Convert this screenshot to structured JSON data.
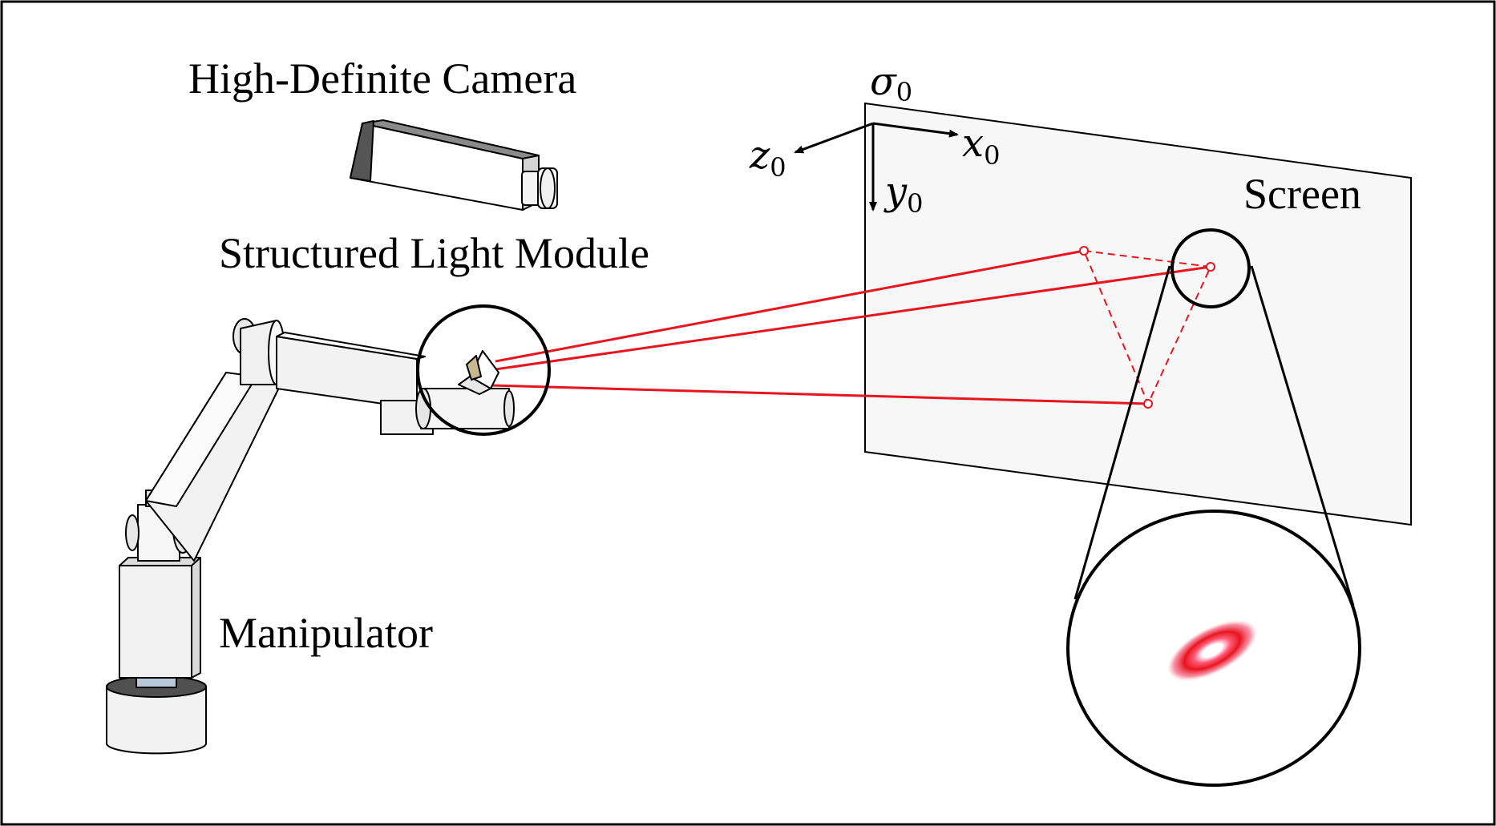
{
  "labels": {
    "camera": "High-Definite Camera",
    "structured_light": "Structured Light Module",
    "manipulator": "Manipulator",
    "screen": "Screen"
  },
  "coordinate_frame": {
    "plane": {
      "base": "σ",
      "sub": "0"
    },
    "x_axis": {
      "base": "x",
      "sub": "0"
    },
    "y_axis": {
      "base": "y",
      "sub": "0"
    },
    "z_axis": {
      "base": "z",
      "sub": "0"
    }
  },
  "colors": {
    "laser": "#e8141e",
    "outline": "#000000",
    "screen_fill": "#f7f7f7",
    "robot_fill": "#f2f2f2"
  }
}
